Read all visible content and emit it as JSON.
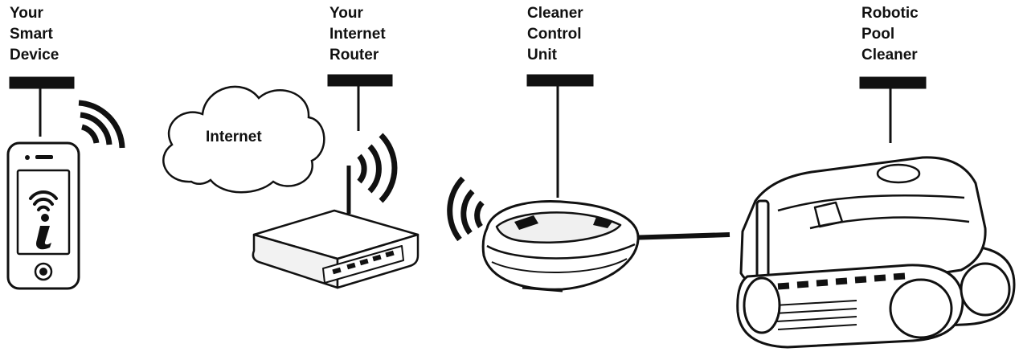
{
  "labels": {
    "smart_device": [
      "Your",
      "Smart",
      "Device"
    ],
    "router": [
      "Your",
      "Internet",
      "Router"
    ],
    "control_unit": [
      "Cleaner",
      "Control",
      "Unit"
    ],
    "pool_cleaner": [
      "Robotic",
      "Pool",
      "Cleaner"
    ]
  },
  "cloud_label": "Internet",
  "colors": {
    "ink": "#111111",
    "fill": "#ffffff",
    "shade": "#e6e6e6"
  },
  "icons": {
    "phone": "smartphone-icon",
    "cloud": "cloud-icon",
    "router": "router-icon",
    "control_unit": "control-unit-icon",
    "cleaner": "robotic-pool-cleaner-icon",
    "wifi": "wifi-waves-icon"
  }
}
